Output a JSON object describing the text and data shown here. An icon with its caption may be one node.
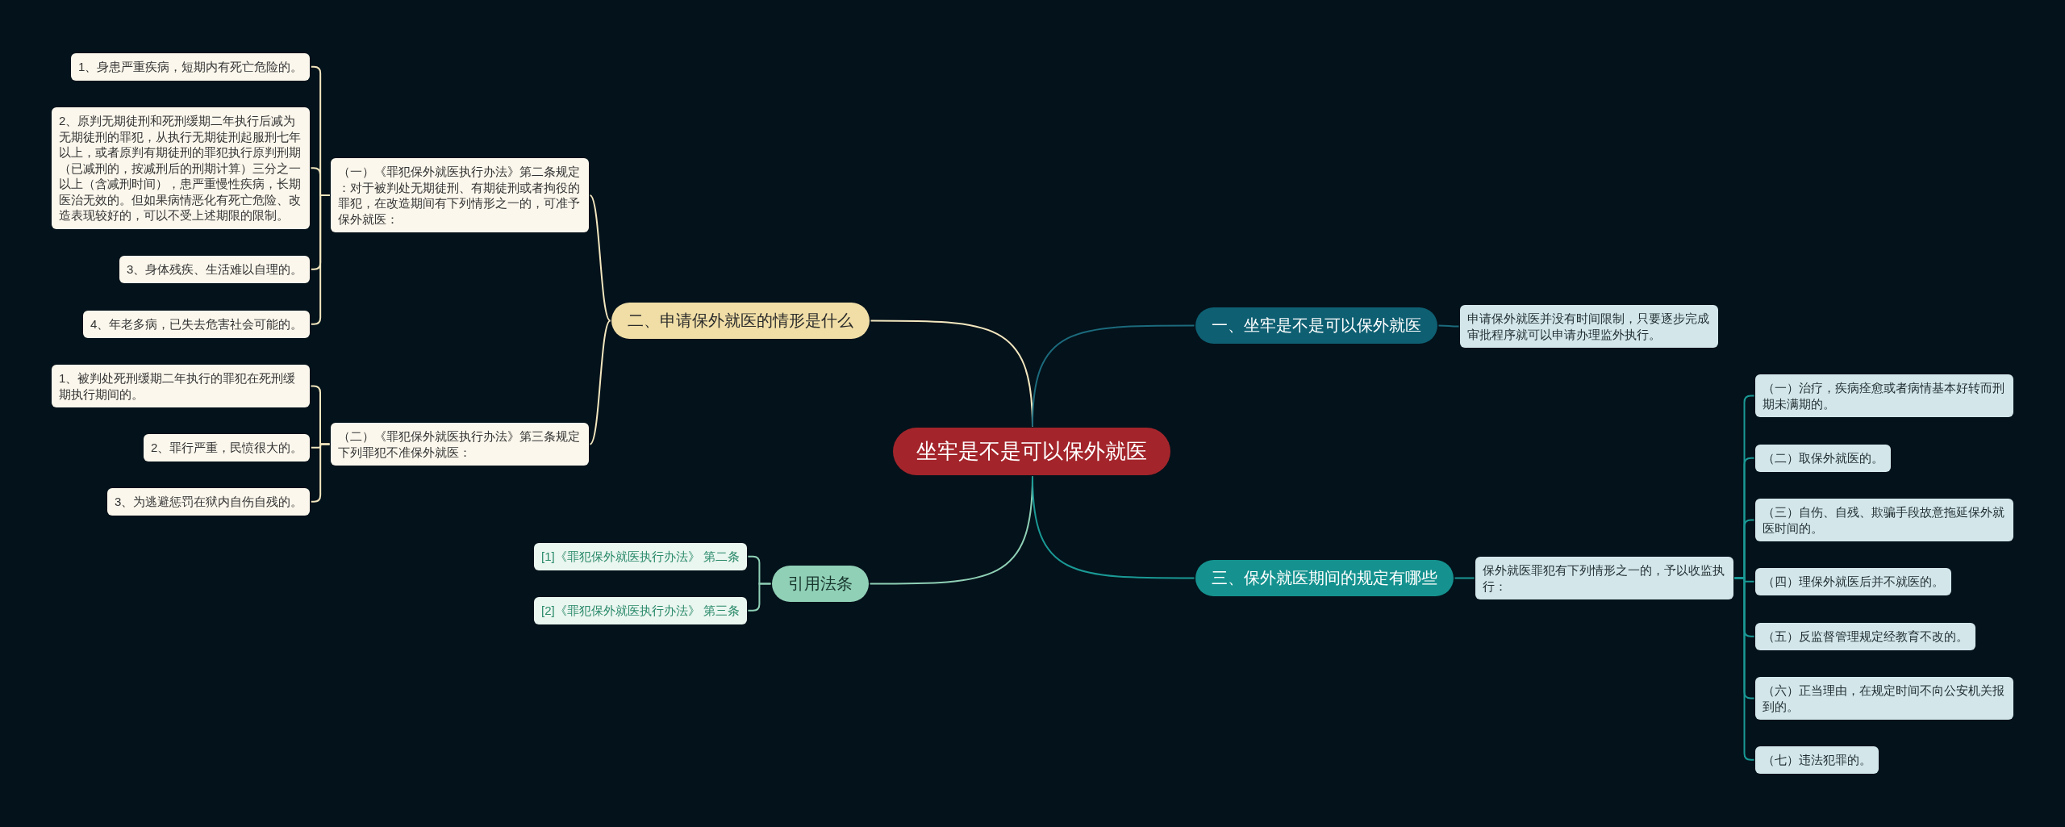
{
  "diagram": {
    "nodes": [
      {
        "text": [
          "坐牢是不是可以保外就医"
        ]
      },
      {
        "text": [
          "二、申请保外就医的情形是什么"
        ]
      },
      {
        "text": [
          "（一）《罪犯保外就医执行办法》第二条规定：对于被判处无期徒刑、有期徒刑或者拘役的罪犯，在改造期间有下列情形之一的，可准予保外就医："
        ]
      },
      {
        "text": [
          "1、身患严重疾病，短期内有死亡危险的。"
        ]
      },
      {
        "text": [
          "2、原判无期徒刑和死刑缓期二年执行后减为无期徒刑的罪犯，从执行无期徒刑起服刑七年以上，或者原判有期徒刑的罪犯执行原判刑期（已减刑的，按减刑后的刑期计算）三分之一以上（含减刑时间），患严重慢性疾病，长期医治无效的。但如果病情恶化有死亡危险、改造表现较好的，可以不受上述期限的限制。"
        ]
      },
      {
        "text": [
          "3、身体残疾、生活难以自理的。"
        ]
      },
      {
        "text": [
          "4、年老多病，已失去危害社会可能的。"
        ]
      },
      {
        "text": [
          "（二）《罪犯保外就医执行办法》第三条规定下列罪犯不准保外就医："
        ]
      },
      {
        "text": [
          "1、被判处死刑缓期二年执行的罪犯在死刑缓期执行期间的。"
        ]
      },
      {
        "text": [
          "2、罪行严重，民愤很大的。"
        ]
      },
      {
        "text": [
          "3、为逃避惩罚在狱内自伤自残的。"
        ]
      },
      {
        "text": [
          "引用法条"
        ]
      },
      {
        "text": [
          "[1]《罪犯保外就医执行办法》 第二条"
        ]
      },
      {
        "text": [
          "[2]《罪犯保外就医执行办法》 第三条"
        ]
      },
      {
        "text": [
          "一、坐牢是不是可以保外就医"
        ]
      },
      {
        "text": [
          "申请保外就医并没有时间限制，只要逐步完成审批程序就可以申请办理监外执行。"
        ]
      },
      {
        "text": [
          "三、保外就医期间的规定有哪些"
        ]
      },
      {
        "text": [
          "保外就医罪犯有下列情形之一的，予以收监执行："
        ]
      },
      {
        "text": [
          "（一）治疗，疾病痊愈或者病情基本好转而刑期未满期的。"
        ]
      },
      {
        "text": [
          "（二）取保外就医的。"
        ]
      },
      {
        "text": [
          "（三）自伤、自残、欺骗手段故意拖延保外就医时间的。"
        ]
      },
      {
        "text": [
          "（四）理保外就医后并不就医的。"
        ]
      },
      {
        "text": [
          "（五）反监督管理规定经教育不改的。"
        ]
      },
      {
        "text": [
          "（六）正当理由，在规定时间不向公安机关报到的。"
        ]
      },
      {
        "text": [
          "（七）违法犯罪的。"
        ]
      }
    ],
    "edges": [
      {
        "from": 0,
        "to": 1,
        "arrow": "none"
      },
      {
        "from": 1,
        "to": 2,
        "arrow": "none"
      },
      {
        "from": 2,
        "to": 3,
        "arrow": "none"
      },
      {
        "from": 2,
        "to": 4,
        "arrow": "none"
      },
      {
        "from": 2,
        "to": 5,
        "arrow": "none"
      },
      {
        "from": 2,
        "to": 6,
        "arrow": "none"
      },
      {
        "from": 1,
        "to": 7,
        "arrow": "none"
      },
      {
        "from": 7,
        "to": 8,
        "arrow": "none"
      },
      {
        "from": 7,
        "to": 9,
        "arrow": "none"
      },
      {
        "from": 7,
        "to": 10,
        "arrow": "none"
      },
      {
        "from": 0,
        "to": 11,
        "arrow": "none",
        "color": "#8fd0b6"
      },
      {
        "from": 11,
        "to": 12,
        "arrow": "none",
        "color": "#8fd0b6"
      },
      {
        "from": 11,
        "to": 13,
        "arrow": "none",
        "color": "#8fd0b6"
      },
      {
        "from": 0,
        "to": 14,
        "arrow": "none",
        "color": "#1b6a7c"
      },
      {
        "from": 14,
        "to": 15,
        "arrow": "none",
        "color": "#1b6a7c"
      },
      {
        "from": 0,
        "to": 16,
        "arrow": "none",
        "color": "#1a9995"
      },
      {
        "from": 16,
        "to": 17,
        "arrow": "none",
        "color": "#1a9995"
      },
      {
        "from": 17,
        "to": 18,
        "arrow": "none",
        "color": "#1a9995"
      },
      {
        "from": 17,
        "to": 19,
        "arrow": "none",
        "color": "#1a9995"
      },
      {
        "from": 17,
        "to": 20,
        "arrow": "none",
        "color": "#1a9995"
      },
      {
        "from": 17,
        "to": 21,
        "arrow": "none",
        "color": "#1a9995"
      },
      {
        "from": 17,
        "to": 22,
        "arrow": "none",
        "color": "#1a9995"
      },
      {
        "from": 17,
        "to": 23,
        "arrow": "none",
        "color": "#1a9995"
      },
      {
        "from": 17,
        "to": 24,
        "arrow": "none",
        "color": "#1a9995"
      }
    ]
  }
}
